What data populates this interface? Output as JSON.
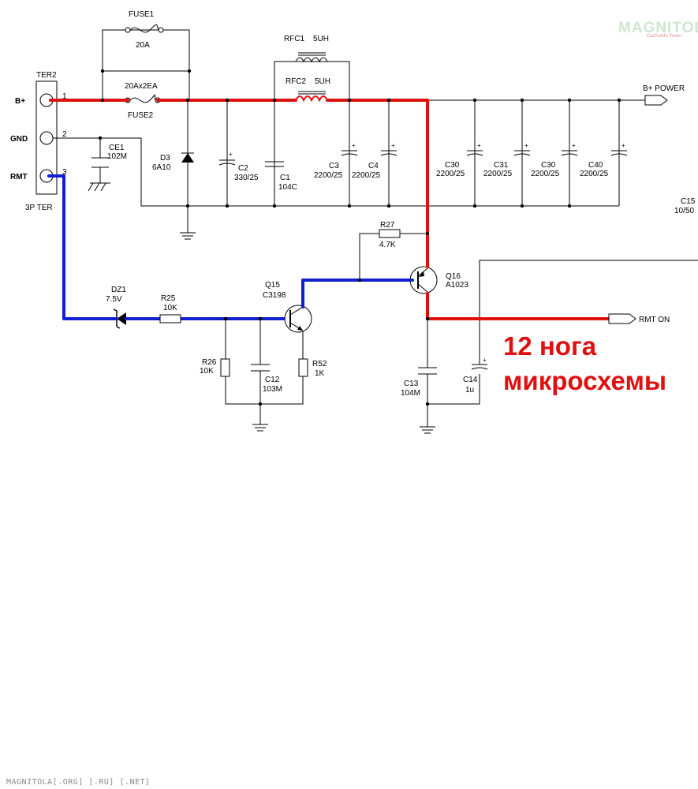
{
  "logo": {
    "title": "MAGNITOLA",
    "subtitle": "CarAudio Team"
  },
  "connector": {
    "ref": "TER2",
    "part": "3P TER",
    "pins": [
      {
        "name": "B+",
        "num": "1"
      },
      {
        "name": "GND",
        "num": "2"
      },
      {
        "name": "RMT",
        "num": "3"
      }
    ]
  },
  "components": {
    "fuse1": {
      "ref": "FUSE1",
      "value": "20A"
    },
    "fuse2": {
      "ref": "FUSE2",
      "value": "20Ax2EA"
    },
    "rfc1": {
      "ref": "RFC1",
      "value": "5UH"
    },
    "rfc2": {
      "ref": "RFC2",
      "value": "5UH"
    },
    "ce1": {
      "ref": "CE1",
      "value": "102M"
    },
    "d3": {
      "ref": "D3",
      "value": "6A10"
    },
    "c2": {
      "ref": "C2",
      "value": "330/25"
    },
    "c1": {
      "ref": "C1",
      "value": "104C"
    },
    "c3": {
      "ref": "C3",
      "value": "2200/25"
    },
    "c4": {
      "ref": "C4",
      "value": "2200/25"
    },
    "c30a": {
      "ref": "C30",
      "value": "2200/25"
    },
    "c31": {
      "ref": "C31",
      "value": "2200/25"
    },
    "c30b": {
      "ref": "C30",
      "value": "2200/25"
    },
    "c40": {
      "ref": "C40",
      "value": "2200/25"
    },
    "c15": {
      "ref": "C15",
      "value": "10/50"
    },
    "r27": {
      "ref": "R27",
      "value": "4.7K"
    },
    "q16": {
      "ref": "Q16",
      "value": "A1023"
    },
    "dz1": {
      "ref": "DZ1",
      "value": "7.5V"
    },
    "r25": {
      "ref": "R25",
      "value": "10K"
    },
    "q15": {
      "ref": "Q15",
      "value": "C3198"
    },
    "r26": {
      "ref": "R26",
      "value": "10K"
    },
    "c12": {
      "ref": "C12",
      "value": "103M"
    },
    "r52": {
      "ref": "R52",
      "value": "1K"
    },
    "c13": {
      "ref": "C13",
      "value": "104M"
    },
    "c14": {
      "ref": "C14",
      "value": "1u"
    }
  },
  "ports": {
    "bplus": "B+ POWER",
    "rmt": "RMT ON"
  },
  "annotation": {
    "line1": "12 нога",
    "line2": "микросхемы"
  },
  "footer": "MAGNITOLA[.ORG] [.RU] [.NET]",
  "colors": {
    "power_trace": "#e01010",
    "remote_trace": "#1020d0",
    "annotation": "#e01010"
  }
}
